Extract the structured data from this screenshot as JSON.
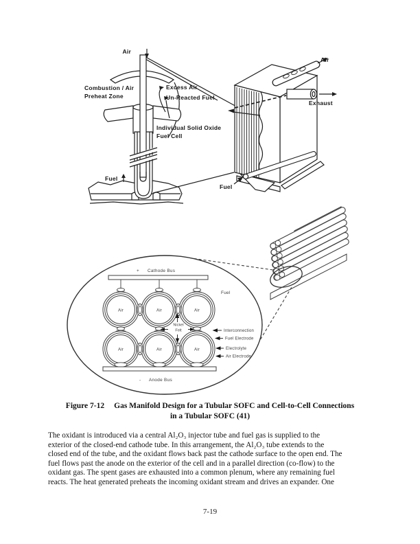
{
  "figure_top": {
    "air_label": "Air",
    "combustion_line1": "Combustion / Air",
    "combustion_line2": "Preheat Zone",
    "excess_air_label": "Excess Air",
    "unreacted_fuel_label": "Un-Reacted Fuel",
    "cell_label_line1": "Individual Solid Oxide",
    "cell_label_line2": "Fuel Cell",
    "fuel_label": "Fuel",
    "module_air_label": "Air",
    "module_exhaust_label": "Exhaust",
    "module_fuel_label": "Fuel"
  },
  "figure_bottom": {
    "cathode_sign": "+",
    "cathode_bus_label": "Cathode Bus",
    "fuel_label": "Fuel",
    "air_label": "Air",
    "nickel_line1": "Nickel",
    "nickel_line2": "Felt",
    "interconnection_label": "Interconnection",
    "fuel_electrode_label": "Fuel Electrode",
    "electrolyte_label": "Electrolyte",
    "air_electrode_label": "Air Electrode",
    "anode_sign": "-",
    "anode_bus_label": "Anode Bus"
  },
  "caption": {
    "figure_label": "Figure 7-12",
    "title_line1": "Gas Manifold Design for a Tubular SOFC and Cell-to-Cell Connections",
    "title_line2": "in a Tubular SOFC (41)"
  },
  "body": {
    "lines": [
      "The oxidant is introduced via a central Al₂O₃ injector tube and fuel gas is supplied to the",
      "exterior of the closed-end cathode tube.  In this arrangement, the Al₂O₃ tube extends to the",
      "closed end of the tube, and the oxidant flows back past the cathode surface to the open end.  The",
      "fuel flows past the anode on the exterior of the cell and in a parallel direction (co-flow) to the",
      "oxidant gas.  The spent gases are exhausted into a common plenum, where any remaining fuel",
      "reacts.  The heat generated preheats the incoming oxidant stream and drives an expander.  One"
    ]
  },
  "page": {
    "number": "7-19"
  },
  "colors": {
    "ink": "#1f1f1f",
    "diagram_gray": "#3f3f3f",
    "paper": "#ffffff"
  }
}
